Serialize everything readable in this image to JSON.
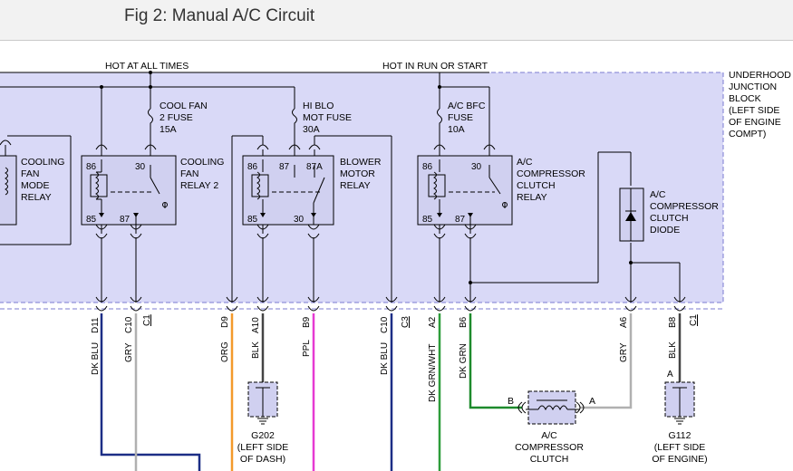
{
  "title": "Fig 2: Manual A/C Circuit",
  "colors": {
    "block_fill": "#d9d9f7",
    "block_border": "#7b7bd0",
    "component_fill": "#d0d0f0",
    "dk_blu": "#1c2e86",
    "gry": "#b0b0b0",
    "org": "#f39a2b",
    "blk": "#444444",
    "ppl": "#e63ad2",
    "dk_grn_wht": "#2e9d3a",
    "dk_grn": "#1d8a2c"
  },
  "buses": {
    "hot_at_all_times": "HOT AT ALL TIMES",
    "hot_in_run": "HOT IN RUN OR START"
  },
  "junction_block": {
    "lines": [
      "UNDERHOOD",
      "JUNCTION",
      "BLOCK",
      "(LEFT SIDE",
      "OF ENGINE",
      "COMPT)"
    ]
  },
  "fuses": {
    "cool_fan": [
      "COOL FAN",
      "2 FUSE",
      "15A"
    ],
    "hi_blo": [
      "HI BLO",
      "MOT FUSE",
      "30A"
    ],
    "ac_bfc": [
      "A/C BFC",
      "FUSE",
      "10A"
    ]
  },
  "relays": {
    "fan_mode": [
      "COOLING",
      "FAN",
      "MODE",
      "RELAY"
    ],
    "fan_2": [
      "COOLING",
      "FAN",
      "RELAY 2"
    ],
    "blower": [
      "BLOWER",
      "MOTOR",
      "RELAY"
    ],
    "compressor": [
      "A/C",
      "COMPRESSOR",
      "CLUTCH",
      "RELAY"
    ]
  },
  "pins": {
    "r2_86": "86",
    "r2_30": "30",
    "r2_85": "85",
    "r2_87": "87",
    "bl_86": "86",
    "bl_87": "87",
    "bl_87a": "87A",
    "bl_85": "85",
    "bl_30": "30",
    "ac_86": "86",
    "ac_30": "30",
    "ac_85": "85",
    "ac_87": "87"
  },
  "diode": [
    "A/C",
    "COMPRESSOR",
    "CLUTCH",
    "DIODE"
  ],
  "connectors": {
    "d11": "D11",
    "c10_a": "C10",
    "c1_a": "C1",
    "d9": "D9",
    "a10": "A10",
    "b9": "B9",
    "c10_b": "C10",
    "c3": "C3",
    "a2": "A2",
    "b6": "B6",
    "a6": "A6",
    "b8": "B8",
    "c1_b": "C1"
  },
  "wires": {
    "dk_blu_1": "DK BLU",
    "gry_1": "GRY",
    "org": "ORG",
    "blk_1": "BLK",
    "ppl": "PPL",
    "dk_blu_2": "DK BLU",
    "dk_grn_wht": "DK GRN/WHT",
    "dk_grn": "DK GRN",
    "gry_2": "GRY",
    "blk_2": "BLK"
  },
  "clutch": {
    "pin_b": "B",
    "pin_a": "A",
    "lines": [
      "A/C",
      "COMPRESSOR",
      "CLUTCH"
    ]
  },
  "grounds": {
    "g202": [
      "G202",
      "(LEFT SIDE",
      "OF DASH)"
    ],
    "g112": [
      "G112",
      "(LEFT SIDE",
      "OF ENGINE)"
    ],
    "g112_pin": "A"
  }
}
